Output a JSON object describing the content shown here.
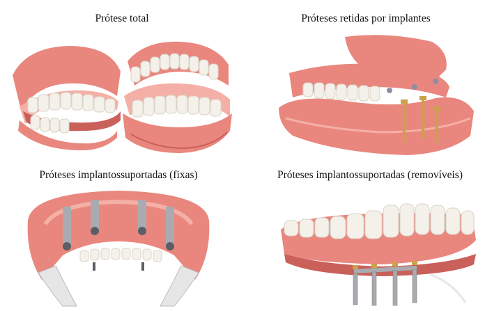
{
  "panels": [
    {
      "caption": "Prótese total"
    },
    {
      "caption": "Próteses retidas por implantes"
    },
    {
      "caption": "Próteses implantossuportadas (fixas)"
    },
    {
      "caption": "Próteses implantossuportadas (removíveis)"
    }
  ],
  "colors": {
    "gum": "#e9877e",
    "gum_dark": "#c9605a",
    "gum_light": "#f4b0a6",
    "tooth": "#f4f1ea",
    "tooth_shadow": "#d9d4c7",
    "metal": "#a9abb0",
    "metal_dark": "#5b5e66",
    "gold": "#c9a24a"
  }
}
